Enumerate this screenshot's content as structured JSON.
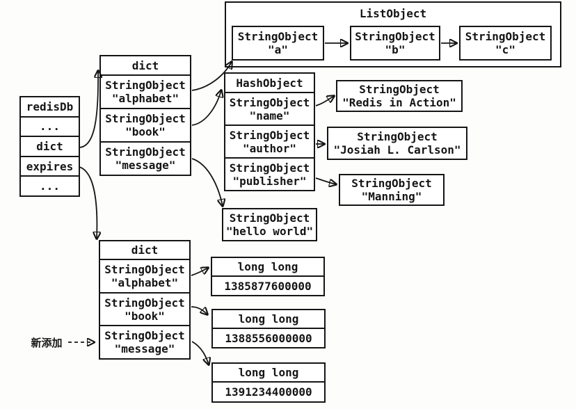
{
  "colors": {
    "ink": "#151515",
    "paper": "#ffffff"
  },
  "left_box": {
    "rows": [
      "redisDb",
      "...",
      "dict",
      "expires",
      "..."
    ]
  },
  "top_dict": {
    "header": "dict",
    "entries": [
      {
        "type": "StringObject",
        "value": "\"alphabet\""
      },
      {
        "type": "StringObject",
        "value": "\"book\""
      },
      {
        "type": "StringObject",
        "value": "\"message\""
      }
    ]
  },
  "list_object": {
    "header": "ListObject",
    "items": [
      {
        "type": "StringObject",
        "value": "\"a\""
      },
      {
        "type": "StringObject",
        "value": "\"b\""
      },
      {
        "type": "StringObject",
        "value": "\"c\""
      }
    ]
  },
  "hash_object": {
    "header": "HashObject",
    "fields": [
      {
        "type": "StringObject",
        "value": "\"name\""
      },
      {
        "type": "StringObject",
        "value": "\"author\""
      },
      {
        "type": "StringObject",
        "value": "\"publisher\""
      }
    ]
  },
  "hash_values": [
    {
      "type": "StringObject",
      "value": "\"Redis in Action\""
    },
    {
      "type": "StringObject",
      "value": "\"Josiah L. Carlson\""
    },
    {
      "type": "StringObject",
      "value": "\"Manning\""
    }
  ],
  "message_value": {
    "type": "StringObject",
    "value": "\"hello world\""
  },
  "expires_dict": {
    "header": "dict",
    "entries": [
      {
        "type": "StringObject",
        "value": "\"alphabet\""
      },
      {
        "type": "StringObject",
        "value": "\"book\""
      },
      {
        "type": "StringObject",
        "value": "\"message\""
      }
    ]
  },
  "expire_times": [
    {
      "type": "long long",
      "value": "1385877600000"
    },
    {
      "type": "long long",
      "value": "1388556000000"
    },
    {
      "type": "long long",
      "value": "1391234400000"
    }
  ],
  "annotation": {
    "new_added_label": "新添加"
  }
}
